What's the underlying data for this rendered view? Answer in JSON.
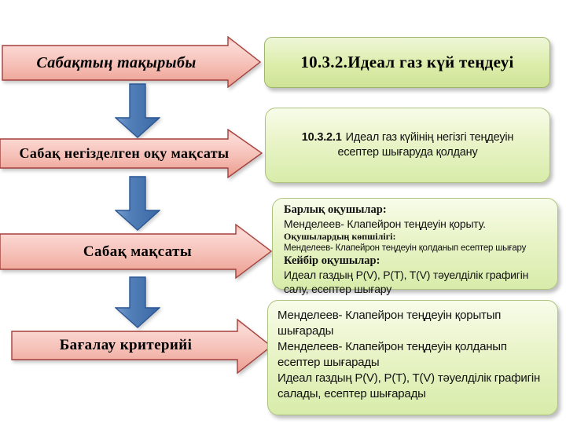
{
  "slide": {
    "background": "#ffffff"
  },
  "colors": {
    "pink_arrow_fill_top": "#fcdad6",
    "pink_arrow_fill_bottom": "#ec9c8e",
    "pink_arrow_border": "#a4403c",
    "blue_arrow_fill": "#4a79b5",
    "blue_arrow_border": "#2a5694",
    "green_title_fill": "#dcedaa",
    "green_box_fill": "#e9f4c8",
    "green_border": "#aec27f",
    "text": "#000000"
  },
  "left_column": {
    "items": [
      {
        "label": "Сабақтың тақырыбы"
      },
      {
        "label": "Сабақ негізделген оқу мақсаты"
      },
      {
        "label": "Сабақ мақсаты"
      },
      {
        "label": "Бағалау критерийі"
      }
    ]
  },
  "right_column": {
    "topic_box": {
      "title": "10.3.2.Идеал газ күй теңдеуі"
    },
    "objective_box": {
      "code": "10.3.2.1",
      "text": "Идеал газ күйінің негізгі теңдеуін есептер шығаруда қолдану"
    },
    "goal_box": {
      "lines": [
        "Барлық оқушылар:",
        "Менделеев- Клапейрон теңдеуін қорыту.",
        "Оқушылардың көпшілігі:",
        "Менделеев- Клапейрон теңдеуін қолданып есептер шығару",
        "Кейбір оқушылар:",
        "Идеал газдың P(V), P(T), T(V) тәуелділік графигін салу, есептер шығару"
      ]
    },
    "criteria_box": {
      "lines": [
        "Менделеев- Клапейрон теңдеуін қорытып шығарады",
        "Менделеев- Клапейрон теңдеуін қолданып  есептер шығарады",
        "Идеал газдың P(V), P(T), T(V) тәуелділік графигін салады, есептер шығарады"
      ]
    }
  }
}
